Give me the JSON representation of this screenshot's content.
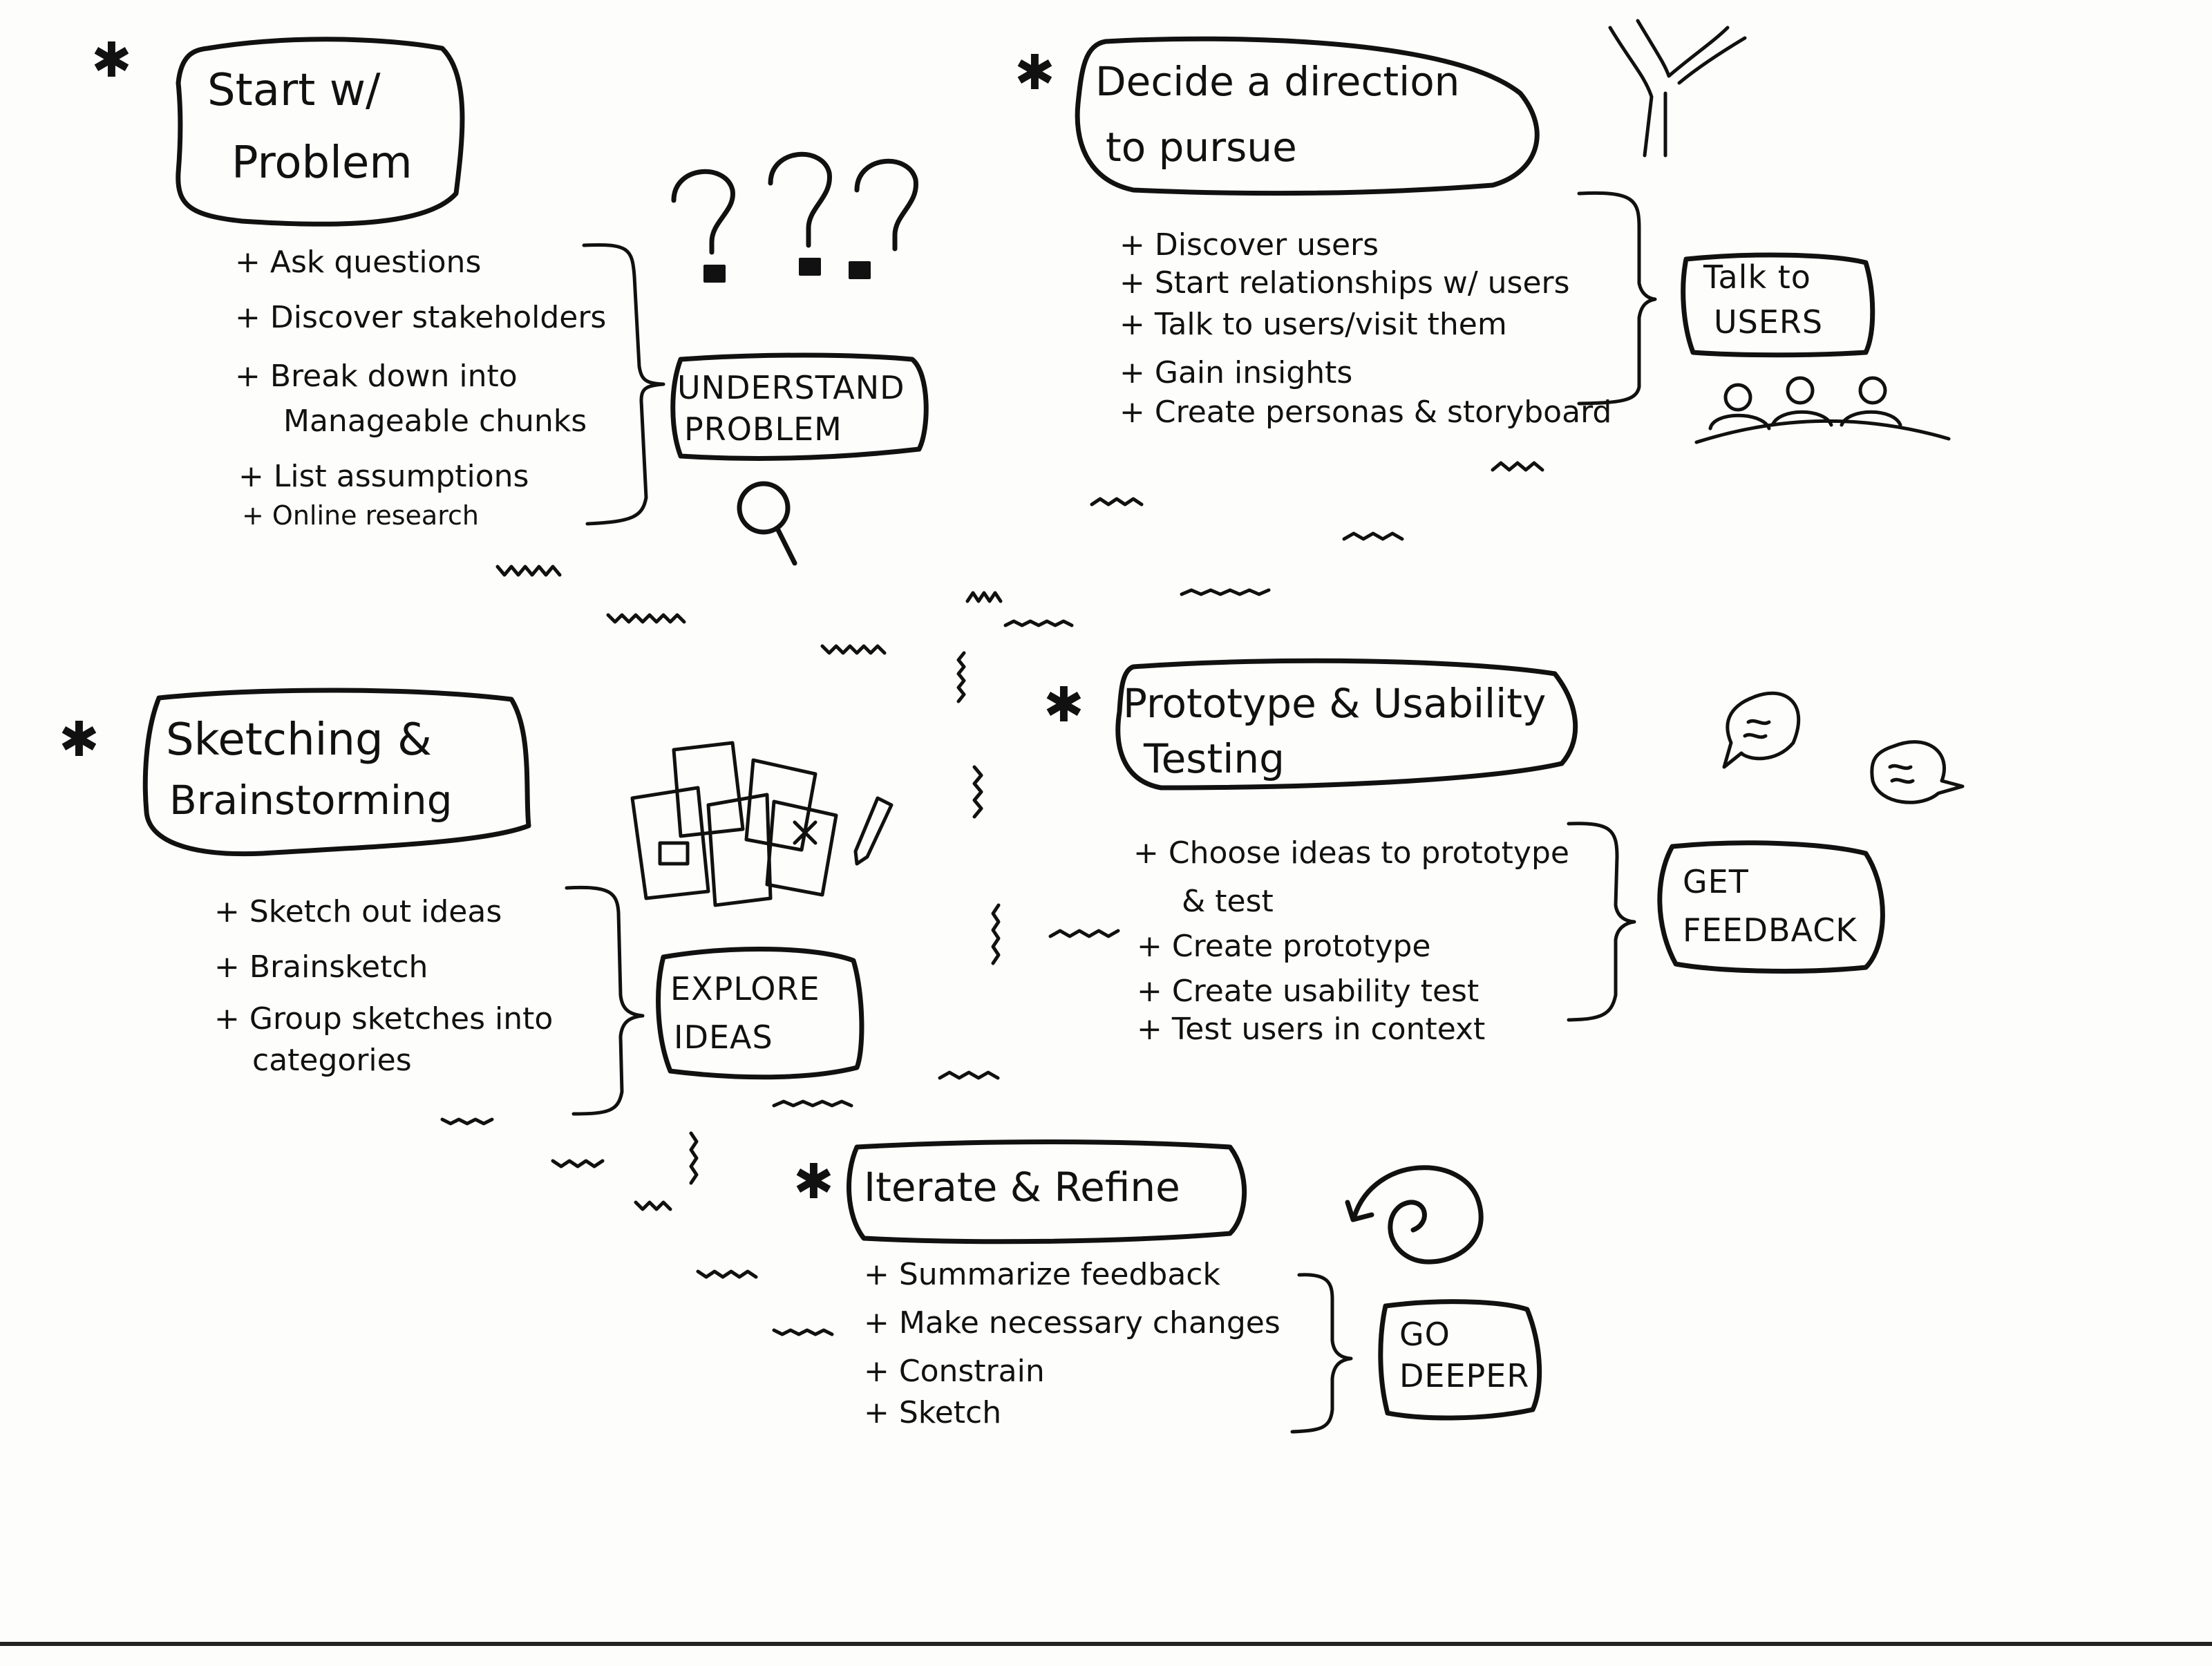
{
  "sections": {
    "start": {
      "title_line1": "Start w/",
      "title_line2": "Problem",
      "items": [
        "+ Ask questions",
        "+ Discover stakeholders",
        "+ Break down into",
        "Manageable chunks",
        "+ List assumptions",
        "+ Online research"
      ],
      "tag_line1": "UNDERSTAND",
      "tag_line2": "PROBLEM"
    },
    "direction": {
      "title_line1": "Decide a direction",
      "title_line2": "to pursue",
      "items": [
        "+ Discover users",
        "+ Start relationships w/ users",
        "+ Talk to users/visit them",
        "+ Gain insights",
        "+ Create personas & storyboard"
      ],
      "tag_line1": "Talk to",
      "tag_line2": "USERS"
    },
    "sketching": {
      "title_line1": "Sketching &",
      "title_line2": "Brainstorming",
      "items": [
        "+ Sketch out ideas",
        "+ Brainsketch",
        "+ Group sketches into",
        "categories"
      ],
      "tag_line1": "EXPLORE",
      "tag_line2": "IDEAS"
    },
    "prototype": {
      "title_line1": "Prototype & Usability",
      "title_line2": "Testing",
      "items": [
        "+ Choose ideas to prototype",
        "& test",
        "+ Create prototype",
        "+ Create usability test",
        "+ Test users in context"
      ],
      "tag_line1": "GET",
      "tag_line2": "FEEDBACK"
    },
    "iterate": {
      "title": "Iterate & Refine",
      "items": [
        "+ Summarize feedback",
        "+ Make necessary changes",
        "+ Constrain",
        "+ Sketch"
      ],
      "tag_line1": "GO",
      "tag_line2": "DEEPER"
    }
  },
  "markers": {
    "star": "✱"
  },
  "icons": [
    "question-marks-icon",
    "magnifier-icon",
    "fork-road-icon",
    "users-icon",
    "sketch-cards-icon",
    "pencil-icon",
    "speech-bubbles-icon",
    "cycle-arrow-icon"
  ]
}
